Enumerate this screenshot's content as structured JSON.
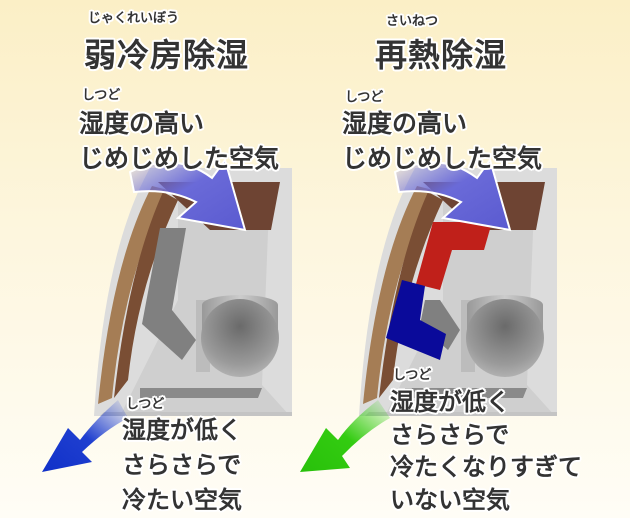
{
  "left": {
    "title_ruby": "じゃくれいぼう",
    "title": "弱冷房除湿",
    "input_ruby": "しつど",
    "input_lines": [
      "湿度の高い",
      "じめじめした空気"
    ],
    "output_ruby": "しつど",
    "output_lines": [
      "湿度が低く",
      "さらさらで",
      "冷たい空気"
    ]
  },
  "right": {
    "title_ruby": "さいねつ",
    "title": "再熱除湿",
    "input_ruby": "しつど",
    "input_lines": [
      "湿度の高い",
      "じめじめした空気"
    ],
    "output_ruby": "しつど",
    "output_lines": [
      "湿度が低く",
      "さらさらで",
      "冷たくなりすぎて",
      "いない空気"
    ]
  },
  "colors": {
    "intake_arrow": "#6a6ad8",
    "left_output_arrow": "#1f3fd0",
    "right_output_arrow": "#33cc11",
    "reheater": "#c0201a",
    "cooler": "#0a0a9a",
    "text": "#333333"
  }
}
